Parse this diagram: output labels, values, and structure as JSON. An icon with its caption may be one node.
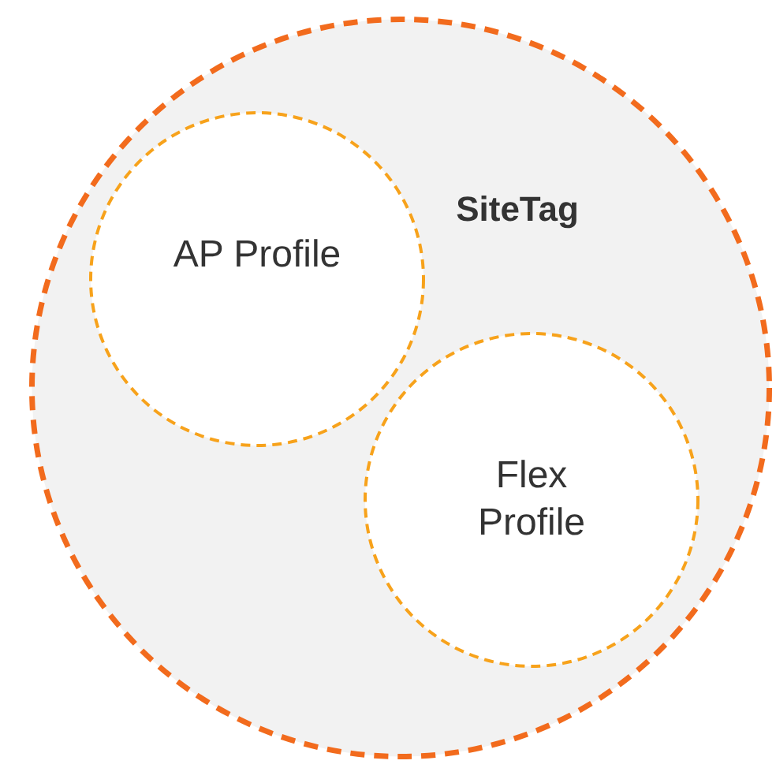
{
  "diagram": {
    "nodes": [
      {
        "text": [
          "SiteTag"
        ]
      },
      {
        "text": [
          "AP Profile"
        ],
        "in": 0
      },
      {
        "text": [
          "Flex Profile"
        ],
        "in": 0
      }
    ]
  }
}
